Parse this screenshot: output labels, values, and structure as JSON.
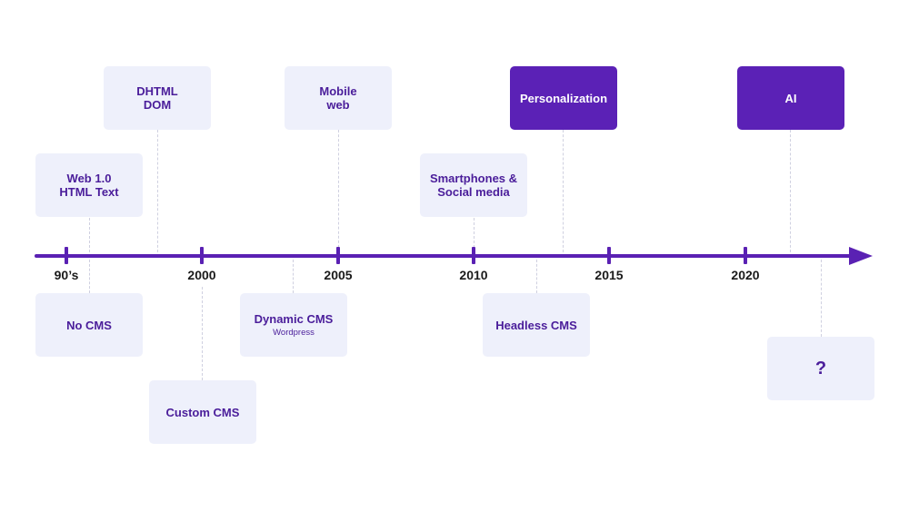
{
  "timeline": {
    "years": [
      "90’s",
      "2000",
      "2005",
      "2010",
      "2015",
      "2020"
    ]
  },
  "cards": {
    "dhtml": {
      "line1": "DHTML",
      "line2": "DOM"
    },
    "mobile": {
      "line1": "Mobile",
      "line2": "web"
    },
    "personalization": {
      "label": "Personalization"
    },
    "ai": {
      "label": "AI"
    },
    "web1": {
      "line1": "Web 1.0",
      "line2": "HTML Text"
    },
    "smartphones": {
      "line1": "Smartphones &",
      "line2": "Social media"
    },
    "nocms": {
      "label": "No CMS"
    },
    "dynamic": {
      "label": "Dynamic CMS",
      "sub": "Wordpress"
    },
    "headless": {
      "label": "Headless CMS"
    },
    "custom": {
      "label": "Custom CMS"
    },
    "future": {
      "label": "?"
    }
  },
  "colors": {
    "accent": "#5b21b6",
    "card_bg": "#eef0fb",
    "card_text": "#4a1d9a",
    "axis": "#5a21b3"
  }
}
